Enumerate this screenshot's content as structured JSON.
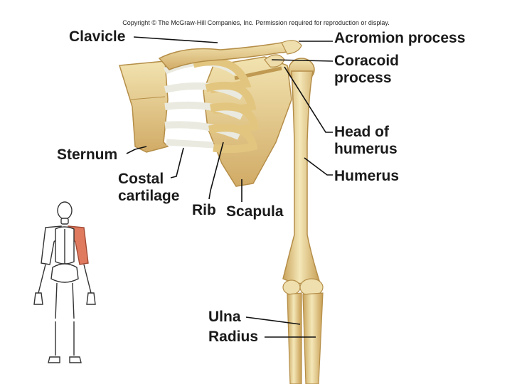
{
  "copyright": "Copyright © The McGraw-Hill Companies, Inc. Permission required for reproduction or display.",
  "labels": {
    "clavicle": "Clavicle",
    "acromion": "Acromion process",
    "coracoid_line1": "Coracoid",
    "coracoid_line2": "process",
    "head_line1": "Head of",
    "head_line2": "humerus",
    "humerus": "Humerus",
    "sternum": "Sternum",
    "costal_line1": "Costal",
    "costal_line2": "cartilage",
    "rib": "Rib",
    "scapula": "Scapula",
    "ulna": "Ulna",
    "radius": "Radius"
  },
  "colors": {
    "bone": "#e9d596",
    "bone_light": "#f4e7b8",
    "bone_shadow": "#c9a35a",
    "cartilage": "#f1efe2",
    "highlight": "#e07a5f",
    "leader": "#111111"
  }
}
